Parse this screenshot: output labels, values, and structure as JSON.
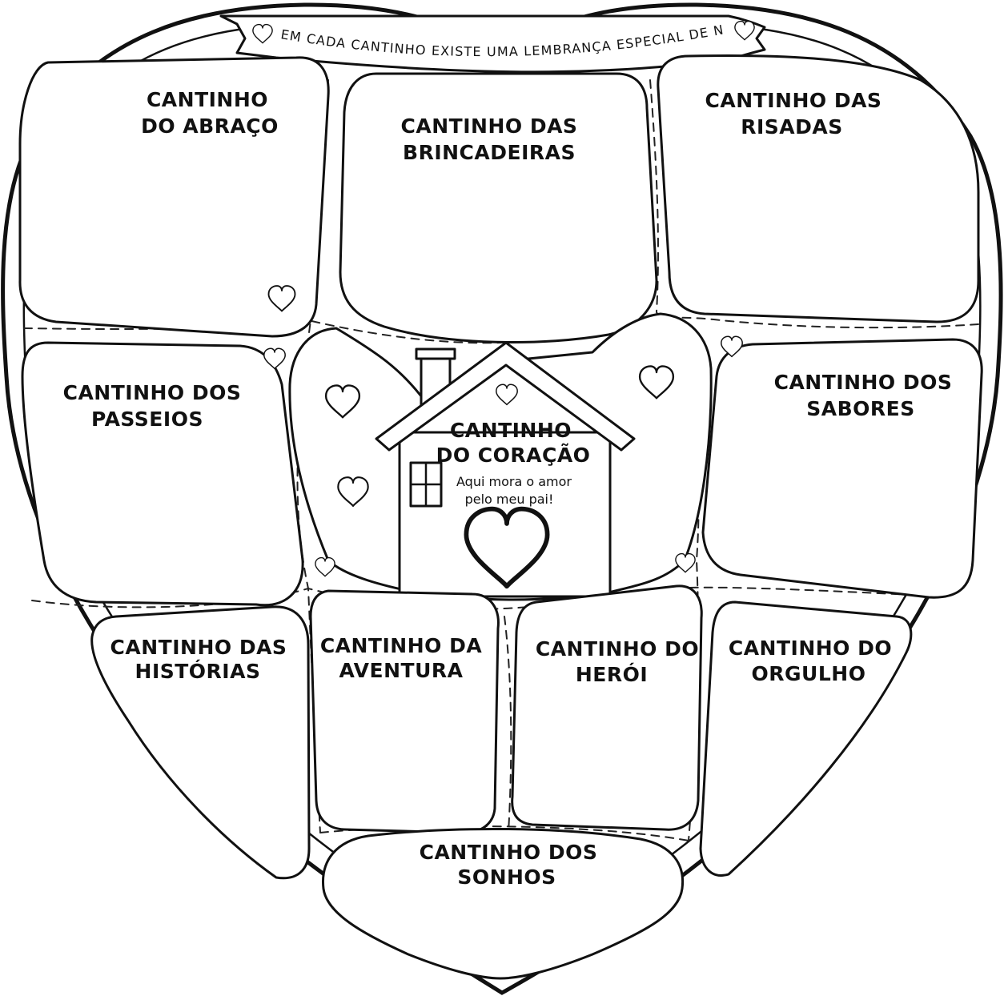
{
  "banner": {
    "text": "EM CADA CANTINHO EXISTE UMA LEMBRANÇA ESPECIAL DE NÓS."
  },
  "regions": {
    "abraco": [
      "CANTINHO",
      "DO ABRAÇO"
    ],
    "brincadeiras": [
      "CANTINHO DAS",
      "BRINCADEIRAS"
    ],
    "risadas": [
      "CANTINHO DAS",
      "RISADAS"
    ],
    "passeios": [
      "CANTINHO DOS",
      "PASSEIOS"
    ],
    "sabores": [
      "CANTINHO DOS",
      "SABORES"
    ],
    "coracao": [
      "CANTINHO",
      "DO CORAÇÃO"
    ],
    "historias": [
      "CANTINHO DAS",
      "HISTÓRIAS"
    ],
    "aventura": [
      "CANTINHO DA",
      "AVENTURA"
    ],
    "heroi": [
      "CANTINHO DO",
      "HERÓI"
    ],
    "orgulho": [
      "CANTINHO DO",
      "ORGULHO"
    ],
    "sonhos": [
      "CANTINHO DOS",
      "SONHOS"
    ]
  },
  "house": {
    "caption": [
      "Aqui mora o amor",
      "pelo meu pai!"
    ]
  },
  "icons": {
    "decoration": "heart-icon",
    "house": "house-icon",
    "window": "window-icon",
    "chimney": "chimney-icon"
  },
  "colors": {
    "line": "#111111",
    "background": "#ffffff"
  }
}
